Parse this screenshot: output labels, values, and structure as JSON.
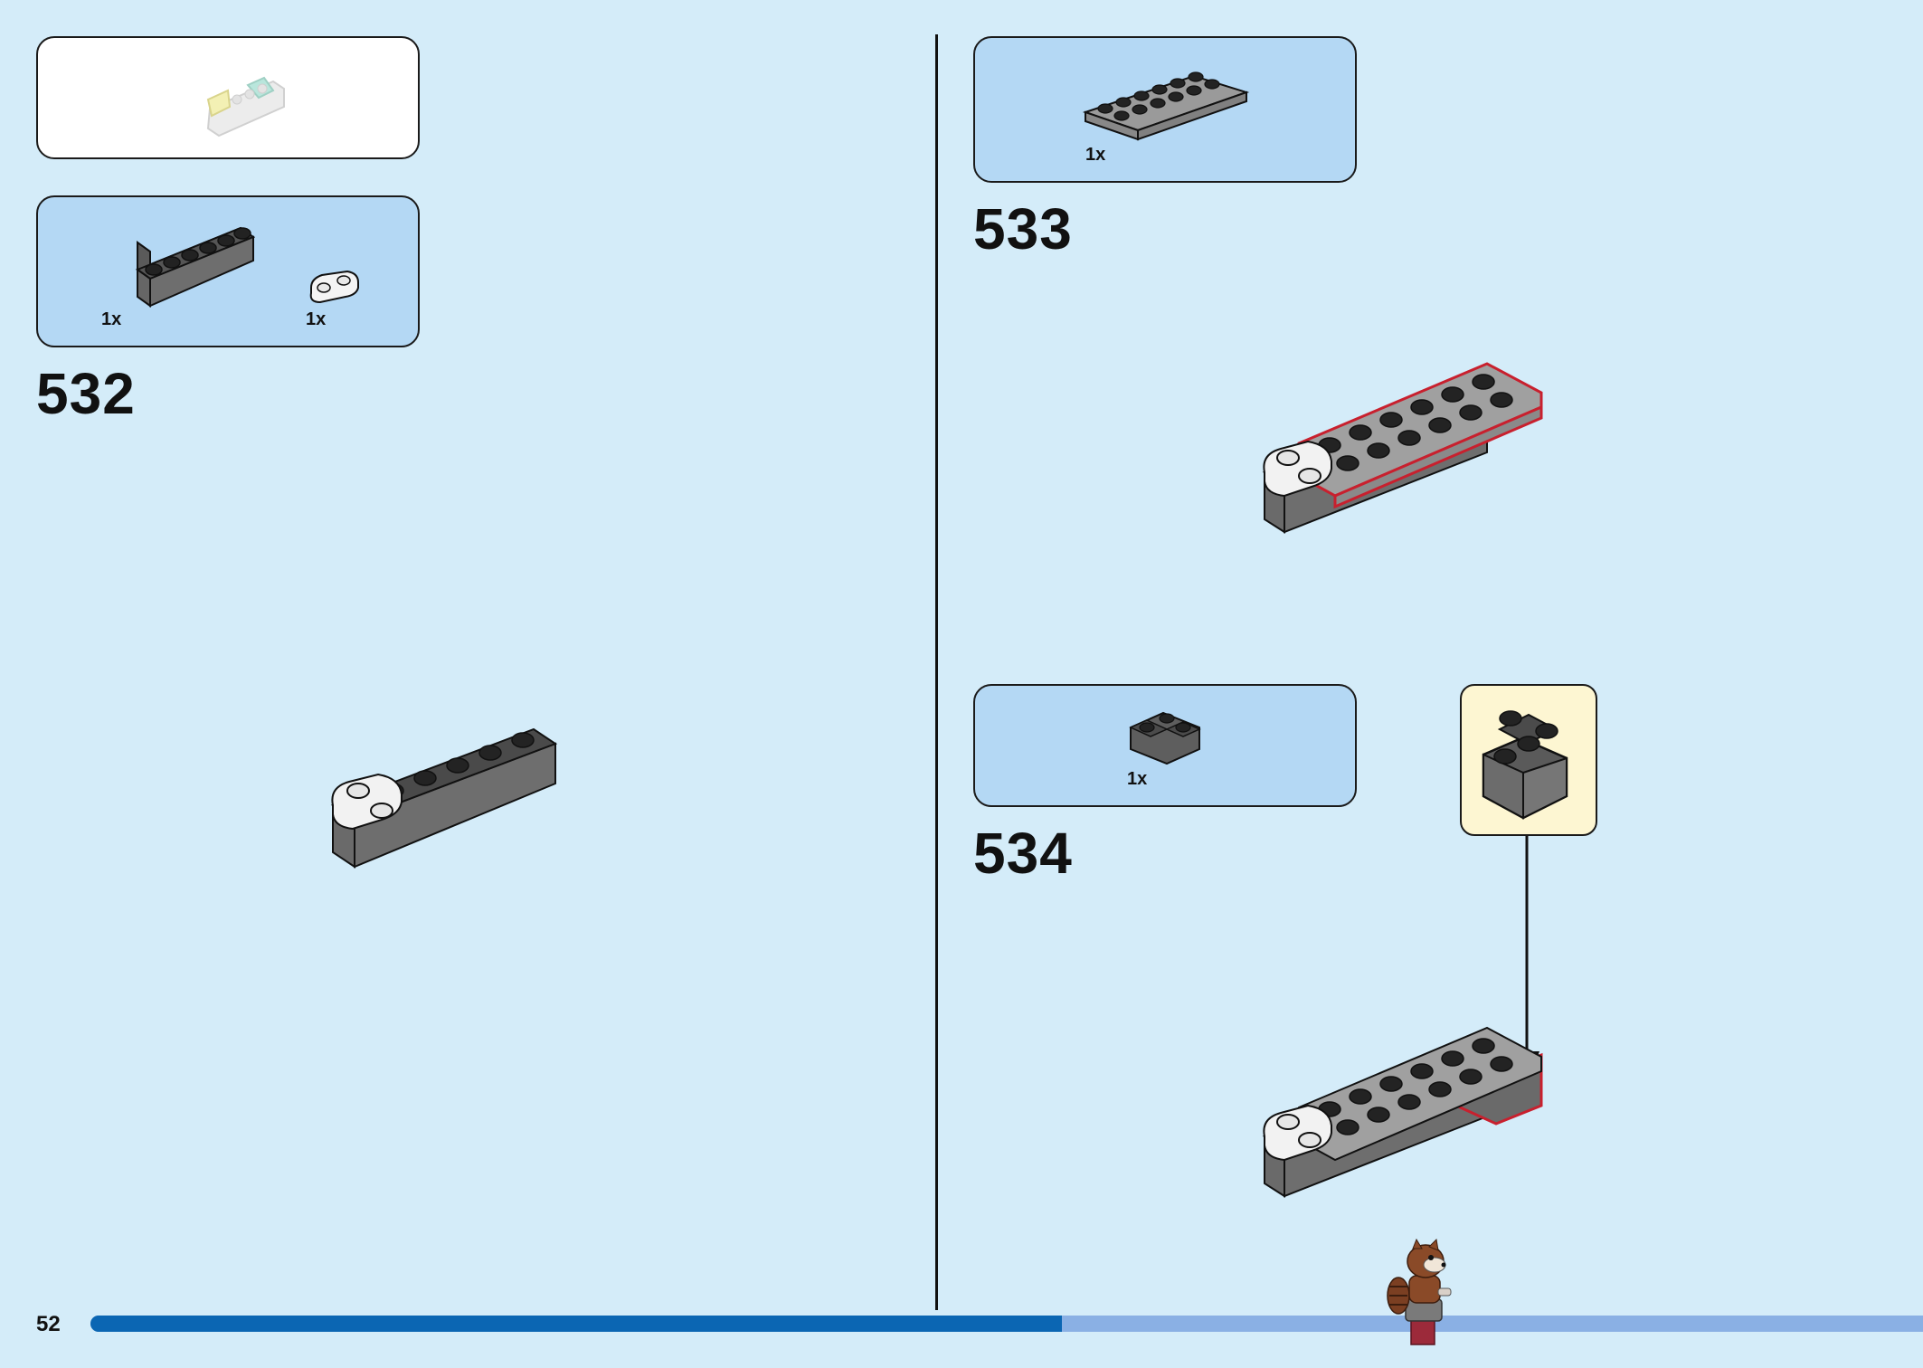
{
  "page": {
    "number": "52",
    "progress_fraction": 0.53
  },
  "colors": {
    "background": "#d4ecf9",
    "panel": "#b4d8f4",
    "callout": "#fdf6d2",
    "progress_done": "#0b66b3",
    "progress_remaining": "#8ab0e4",
    "highlight": "#c8202e"
  },
  "steps": [
    {
      "number": "532",
      "parts": [
        {
          "qty": "1x",
          "part": "dark-gray-brick-1x6"
        },
        {
          "qty": "1x",
          "part": "white-plate-1x2-rounded"
        }
      ]
    },
    {
      "number": "533",
      "parts": [
        {
          "qty": "1x",
          "part": "gray-plate-2x6"
        }
      ]
    },
    {
      "number": "534",
      "parts": [
        {
          "qty": "1x",
          "part": "dark-gray-brick-2x2-corner"
        }
      ]
    }
  ],
  "icons": {
    "mascot": "raccoon-minifigure-icon",
    "arrow": "arrow-down-icon"
  }
}
